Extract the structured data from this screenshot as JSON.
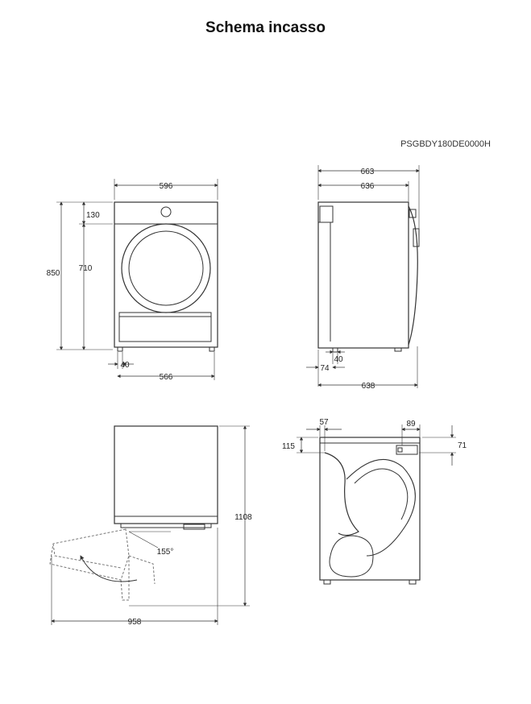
{
  "page": {
    "title": "Schema incasso",
    "model_code": "PSGBDY180DE0000H"
  },
  "front_view": {
    "width": "596",
    "height_total": "850",
    "top_panel": "130",
    "body_height": "710",
    "foot_offset": "40",
    "foot_span": "566"
  },
  "side_view": {
    "depth_total": "663",
    "depth_body": "636",
    "foot_offset": "40",
    "rear_offset": "74",
    "depth_base": "638"
  },
  "door_open_view": {
    "height_with_door": "1108",
    "angle": "155°",
    "depth_with_door": "958"
  },
  "rear_view": {
    "hose_offset": "57",
    "hose_height": "115",
    "vent_width": "89",
    "vent_height": "71"
  }
}
